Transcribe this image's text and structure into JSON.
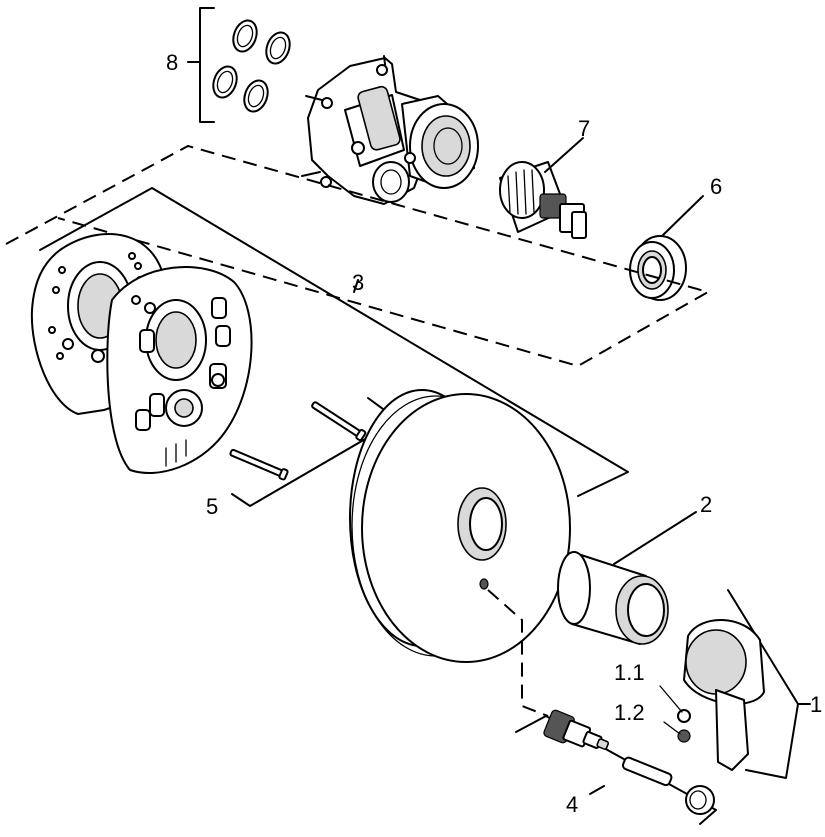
{
  "callouts": {
    "c1": "1",
    "c1_1": "1.1",
    "c1_2": "1.2",
    "c2": "2",
    "c3": "3",
    "c4": "4",
    "c5": "5",
    "c6": "6",
    "c7": "7",
    "c8": "8"
  }
}
